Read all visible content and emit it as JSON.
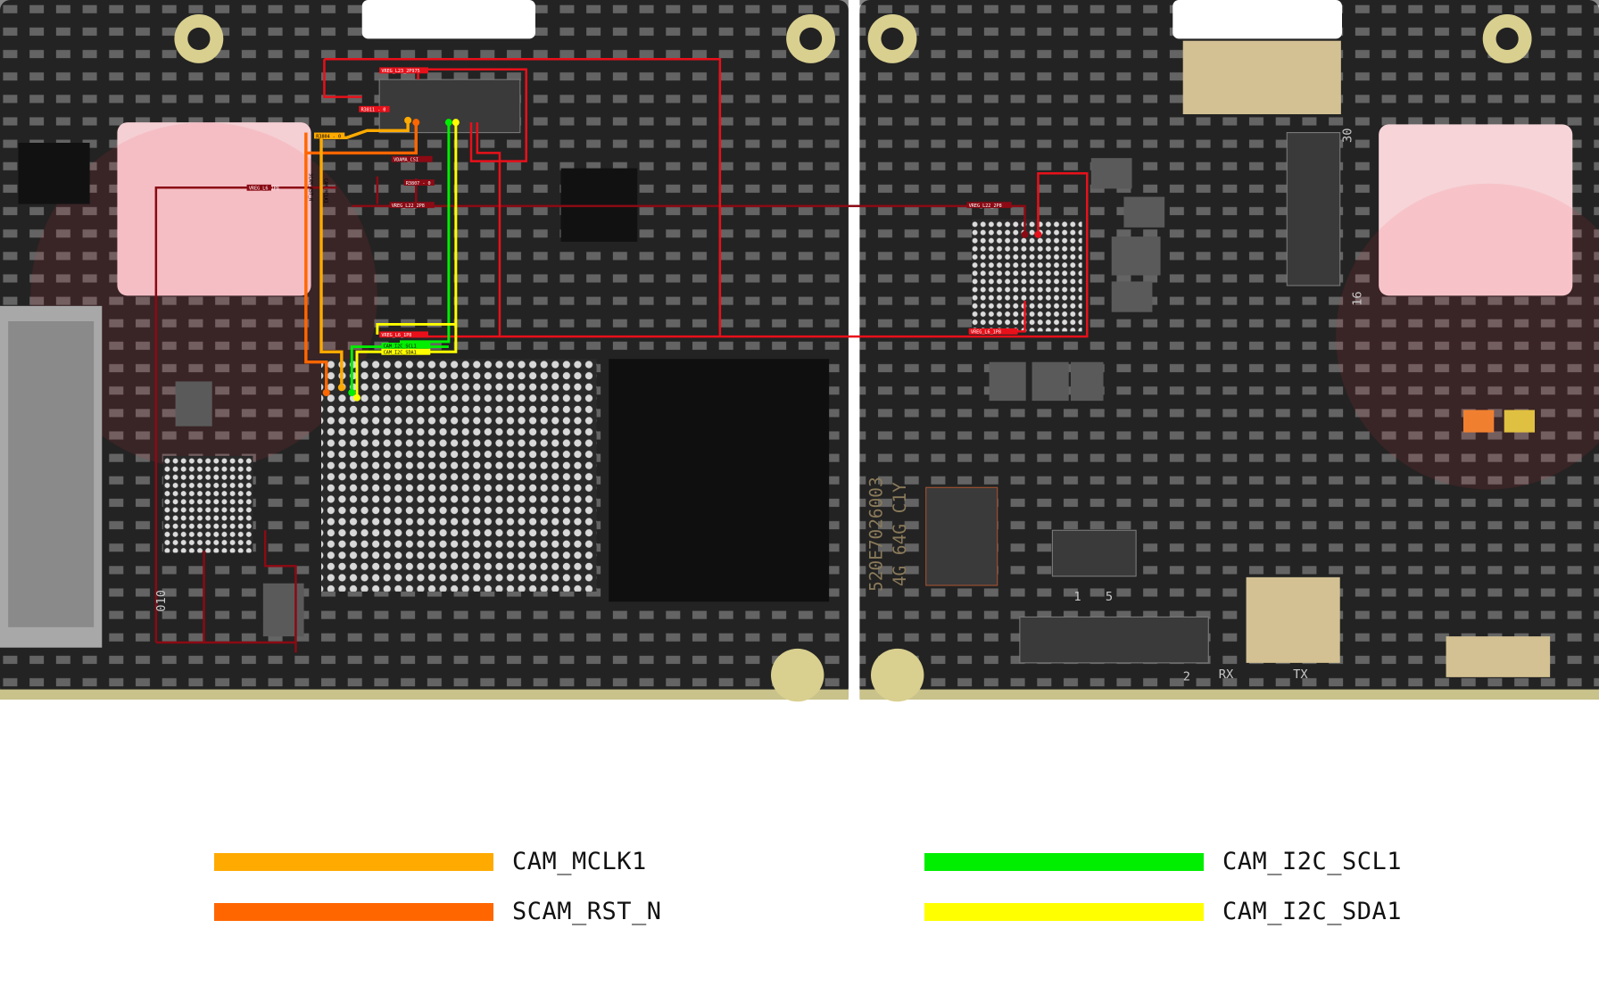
{
  "legend": [
    {
      "label": "CAM_MCLK1",
      "color": "#FFAA00"
    },
    {
      "label": "SCAM_RST_N",
      "color": "#FF6600"
    },
    {
      "label": "CAM_I2C_SCL1",
      "color": "#00EE00"
    },
    {
      "label": "CAM_I2C_SDA1",
      "color": "#FFFF00"
    }
  ],
  "trace_labels": {
    "vreg_l23": "VREG_L23_2P975",
    "vreg_l22": "VREG_L22_2P8",
    "vreg_l6": "VREG_L6_1P8",
    "vdama": "VDAMA_CSI",
    "scl": "CAM_I2C_SCL1",
    "sda": "CAM_I2C_SDA1",
    "r3804": "R3804 - 0",
    "r3807": "R3807 - 0",
    "r3811": "R3811 - 0",
    "rst": "SCAM_RST_N",
    "mclk": "CAM_MCLK1"
  },
  "board_marks": {
    "serial": "520E7026003",
    "variant": "4G 64G C1Y",
    "pin30": "30",
    "pin16": "16",
    "pin1": "1",
    "pin5": "5",
    "pin2": "2",
    "rx": "RX",
    "tx": "TX",
    "code": "010"
  },
  "colors": {
    "trace_red": "#E8101A",
    "trace_darkred": "#8B0A14",
    "board": "#222222"
  }
}
